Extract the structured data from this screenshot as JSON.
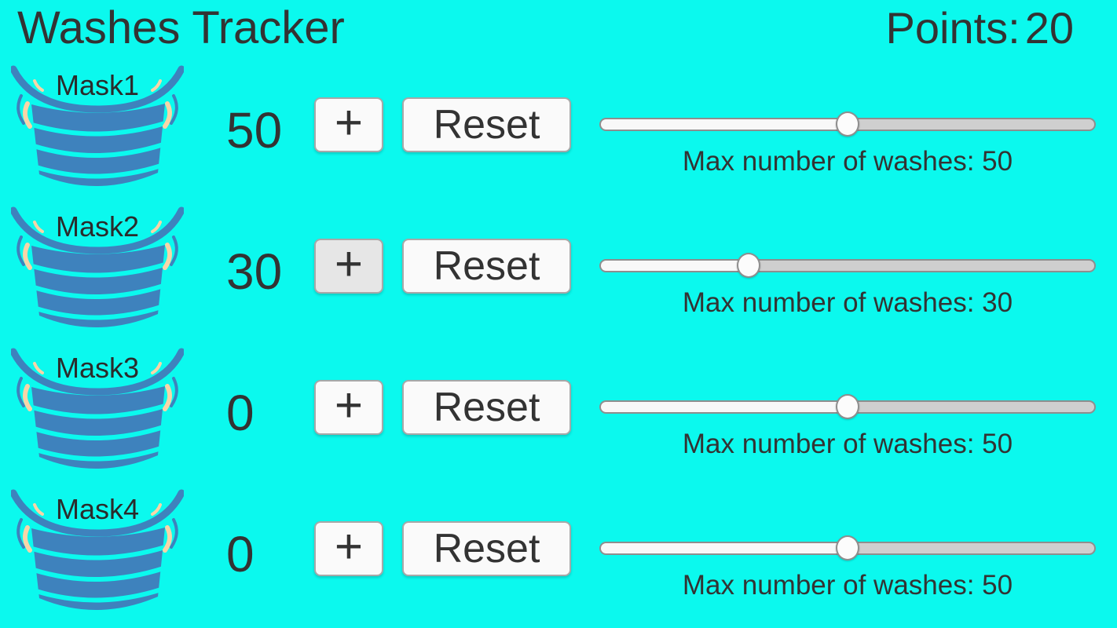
{
  "header": {
    "title": "Washes Tracker",
    "points_label": "Points:",
    "points_value": "20"
  },
  "colors": {
    "background": "#0BF9EE",
    "text": "#333333",
    "mask_blue": "#3E82BD",
    "mask_strap_peach": "#F8D5A8",
    "button_bg": "#FAFAFA",
    "button_bg_pressed": "#E6E6E6",
    "button_border": "#A8A8A8",
    "slider_track_filled": "#F8F8F8",
    "slider_track_remainder": "#CFCFCF",
    "slider_border": "#8E8E8E"
  },
  "rows": [
    {
      "mask_label": "Mask1",
      "count": "50",
      "plus_label": "+",
      "reset_label": "Reset",
      "slider_percent": 50,
      "slider_max_label": "Max number of washes: 50",
      "plus_pressed": false
    },
    {
      "mask_label": "Mask2",
      "count": "30",
      "plus_label": "+",
      "reset_label": "Reset",
      "slider_percent": 30,
      "slider_max_label": "Max number of washes: 30",
      "plus_pressed": true
    },
    {
      "mask_label": "Mask3",
      "count": "0",
      "plus_label": "+",
      "reset_label": "Reset",
      "slider_percent": 50,
      "slider_max_label": "Max number of washes: 50",
      "plus_pressed": false
    },
    {
      "mask_label": "Mask4",
      "count": "0",
      "plus_label": "+",
      "reset_label": "Reset",
      "slider_percent": 50,
      "slider_max_label": "Max number of washes: 50",
      "plus_pressed": false
    }
  ]
}
